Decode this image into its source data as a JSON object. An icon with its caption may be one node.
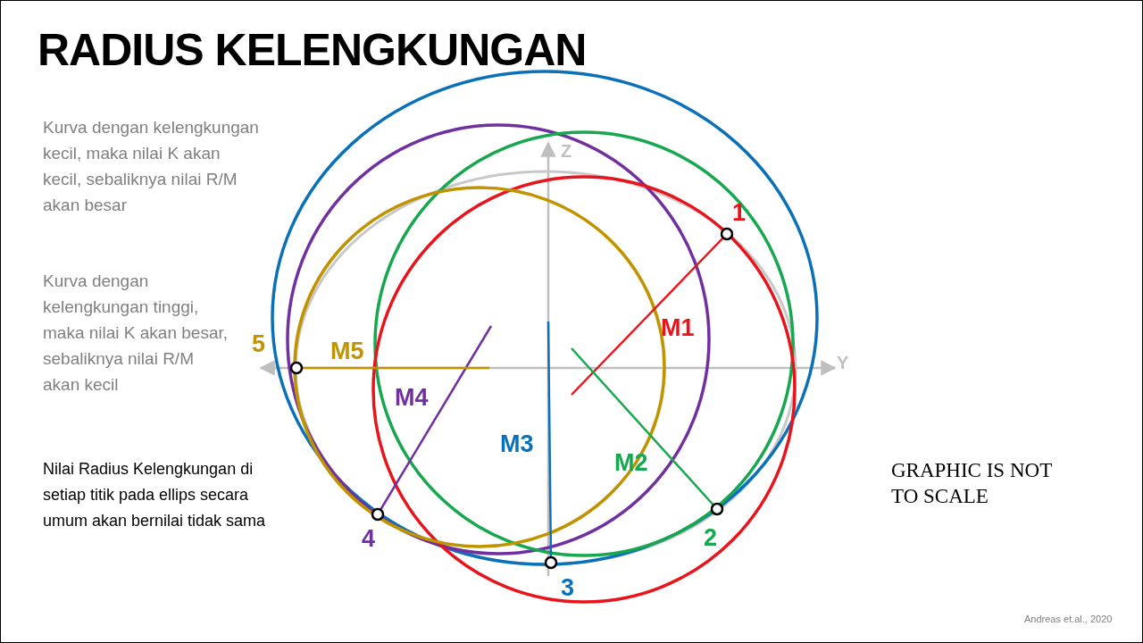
{
  "diagram": {
    "title": "RADIUS KELENGKUNGAN",
    "labels": [
      "Kurva dengan kelengkungan kecil, maka nilai K akan kecil, sebaliknya nilai R/M akan besar",
      "Kurva dengan kelengkungan tinggi, maka nilai K akan besar, sebaliknya nilai R/M akan kecil",
      "Nilai Radius Kelengkungan di setiap titik pada ellips secara umum akan bernilai tidak sama",
      "Z",
      "1",
      "M1",
      "5",
      "M5",
      "Y",
      "M4",
      "M3",
      "M2",
      "GRAPHIC IS NOT TO SCALE",
      "4",
      "2",
      "3",
      "Andreas et.al., 2020"
    ]
  }
}
